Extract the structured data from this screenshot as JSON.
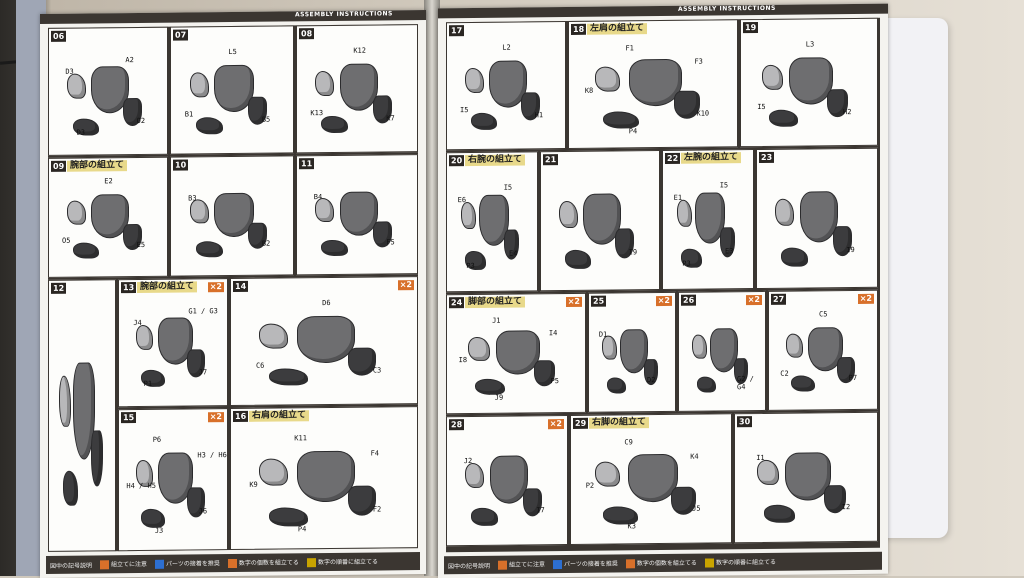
{
  "header": {
    "title": "ASSEMBLY INSTRUCTIONS"
  },
  "left": {
    "panels": [
      {
        "num": "06",
        "labels": [
          "O2",
          "D3",
          "D3",
          "A2"
        ]
      },
      {
        "num": "07",
        "labels": [
          "B5",
          "B1",
          "L5"
        ]
      },
      {
        "num": "08",
        "labels": [
          "K7",
          "K13",
          "K12"
        ]
      },
      {
        "num": "09",
        "title": "腕部の組立て",
        "labels": [
          "E5",
          "O5",
          "E2"
        ]
      },
      {
        "num": "10",
        "labels": [
          "B2",
          "B3"
        ]
      },
      {
        "num": "11",
        "labels": [
          "F5",
          "B4"
        ]
      },
      {
        "num": "12",
        "labels": []
      },
      {
        "num": "13",
        "title": "腕部の組立て",
        "badge": "×2",
        "labels": [
          "J7",
          "P1",
          "J4",
          "G1 / G3"
        ]
      },
      {
        "num": "14",
        "badge": "×2",
        "labels": [
          "C3",
          "C6",
          "D6"
        ]
      },
      {
        "num": "15",
        "badge": "×2",
        "labels": [
          "J6",
          "J3",
          "H4 / H5",
          "P6",
          "H3 / H6"
        ]
      },
      {
        "num": "16",
        "title": "右肩の組立て",
        "labels": [
          "F2",
          "P4",
          "K9",
          "K11",
          "F4"
        ]
      }
    ],
    "footer": {
      "title": "図中の記号説明",
      "items": [
        "組立てに注意",
        "パーツの接着を推奨",
        "数字の個数を組立てる",
        "数字の順番に組立てる"
      ]
    }
  },
  "right": {
    "panels": [
      {
        "num": "17",
        "labels": [
          "H1",
          "I5",
          "L2"
        ]
      },
      {
        "num": "18",
        "title": "左肩の組立て",
        "labels": [
          "K10",
          "P4",
          "K8",
          "F1",
          "F3"
        ]
      },
      {
        "num": "19",
        "labels": [
          "H2",
          "I5",
          "L3"
        ]
      },
      {
        "num": "20",
        "title": "右腕の組立て",
        "labels": [
          "E4",
          "P3",
          "E6",
          "I5"
        ]
      },
      {
        "num": "21",
        "labels": [
          "I9"
        ]
      },
      {
        "num": "22",
        "title": "左腕の組立て",
        "labels": [
          "E3",
          "P3",
          "E1",
          "I5"
        ]
      },
      {
        "num": "23",
        "labels": [
          "I9"
        ]
      },
      {
        "num": "24",
        "title": "脚部の組立て",
        "badge": "×2",
        "labels": [
          "P5",
          "J9",
          "I8",
          "J1",
          "I4"
        ]
      },
      {
        "num": "25",
        "badge": "×2",
        "labels": [
          "D2",
          "D1"
        ]
      },
      {
        "num": "26",
        "badge": "×2",
        "labels": [
          "G2 / G4"
        ]
      },
      {
        "num": "27",
        "badge": "×2",
        "labels": [
          "P7",
          "C2",
          "C5"
        ]
      },
      {
        "num": "28",
        "badge": "×2",
        "labels": [
          "I7",
          "J2"
        ]
      },
      {
        "num": "29",
        "title": "右脚の組立て",
        "labels": [
          "J5",
          "K3",
          "P2",
          "C9",
          "K4"
        ]
      },
      {
        "num": "30",
        "labels": [
          "I2",
          "I1"
        ]
      }
    ],
    "footer": {
      "title": "図中の記号説明",
      "items": [
        "組立てに注意",
        "パーツの接着を推奨",
        "数字の個数を組立てる",
        "数字の順番に組立てる"
      ]
    }
  }
}
